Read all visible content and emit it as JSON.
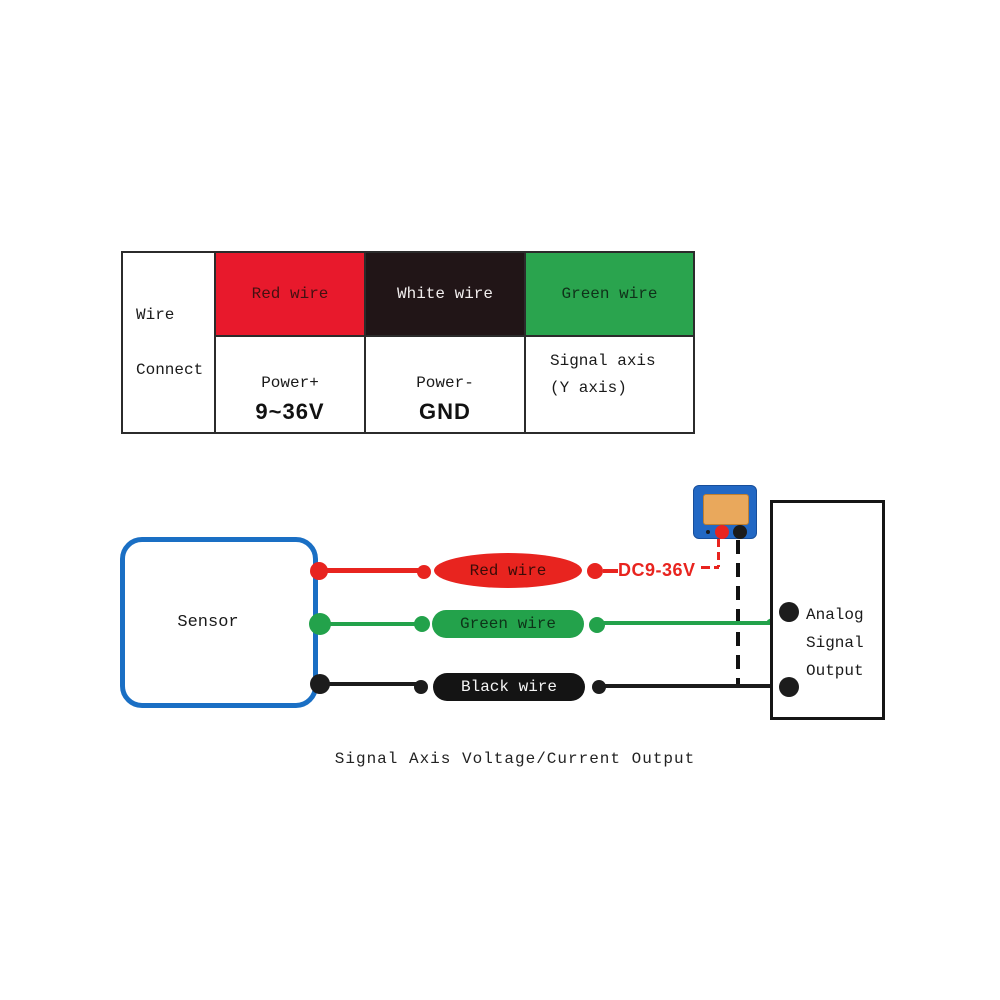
{
  "table": {
    "row_header": {
      "line1": "Wire",
      "line2": "Connect"
    },
    "columns": [
      {
        "header": "Red wire",
        "desc": "Power+",
        "value": "9~36V"
      },
      {
        "header": "White wire",
        "desc": "Power-",
        "value": "GND"
      },
      {
        "header": "Green wire",
        "desc": "Signal axis",
        "value": "(Y axis)"
      }
    ]
  },
  "diagram": {
    "sensor_label": "Sensor",
    "wires": [
      {
        "label": "Red wire",
        "color": "#e8241f"
      },
      {
        "label": "Green wire",
        "color": "#23a24b"
      },
      {
        "label": "Black wire",
        "color": "#141414"
      }
    ],
    "power_label": "DC9-36V",
    "output_box": {
      "line1": "Analog",
      "line2": "Signal",
      "line3": "Output"
    }
  },
  "caption": "Signal Axis Voltage/Current Output",
  "colors": {
    "table_red": "#e8192c",
    "table_black": "#211517",
    "table_green": "#2aa44e",
    "wire_red": "#e8241f",
    "wire_green": "#23a24b",
    "wire_black": "#141414",
    "sensor_border_blue": "#1a6fc4",
    "psu_blue": "#2268c4",
    "psu_screen_orange": "#e9a85c",
    "dc_label_red": "#e8241f"
  }
}
